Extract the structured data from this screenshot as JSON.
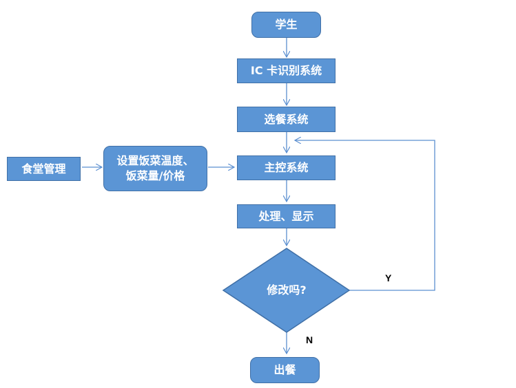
{
  "diagram": {
    "nodes": {
      "student": "学生",
      "ic_card": "IC 卡识别系统",
      "meal_select": "选餐系统",
      "main_control": "主控系统",
      "process_display": "处理、显示",
      "decision": "修改吗?",
      "serve": "出餐",
      "canteen_mgmt": "食堂管理",
      "settings_line1": "设置饭菜温度、",
      "settings_line2": "饭菜量/价格"
    },
    "labels": {
      "yes": "Y",
      "no": "N"
    }
  }
}
